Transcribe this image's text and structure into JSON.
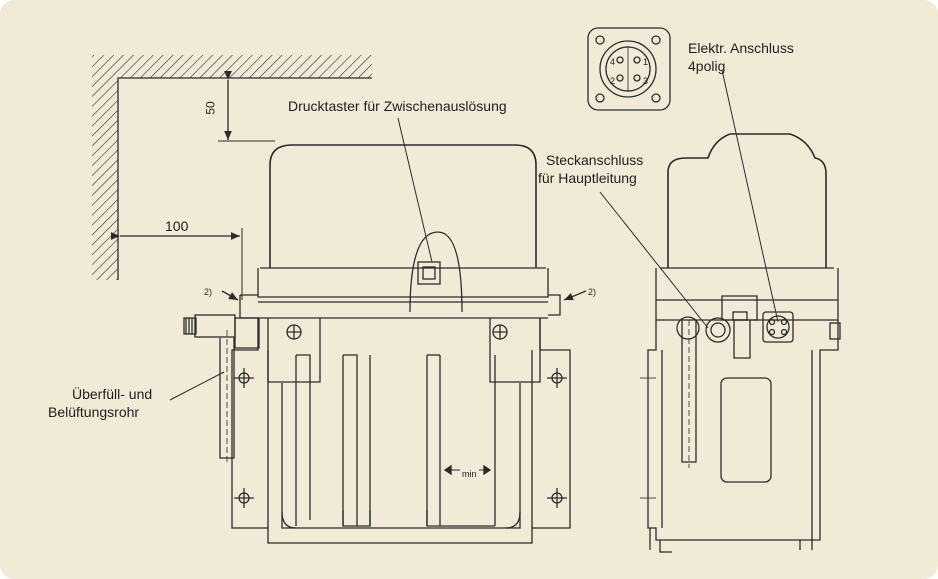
{
  "colors": {
    "background": "#f1ead7",
    "line": "#2b2b2b",
    "text": "#1e1e1e"
  },
  "labels": {
    "dim_50": "50",
    "dim_100": "100",
    "note_left": "2)",
    "note_right": "2)",
    "button": "Drucktaster für Zwischenauslösung",
    "plug_line1": "Steckanschluss",
    "plug_line2": "für Hauptleitung",
    "elec_line1": "Elektr. Anschluss",
    "elec_line2": "4polig",
    "overflow_line1": "Überfüll- und",
    "overflow_line2": "Belüftungsrohr",
    "min": "min",
    "pin_1": "1",
    "pin_2": "2",
    "pin_3": "3",
    "pin_4": "4"
  }
}
